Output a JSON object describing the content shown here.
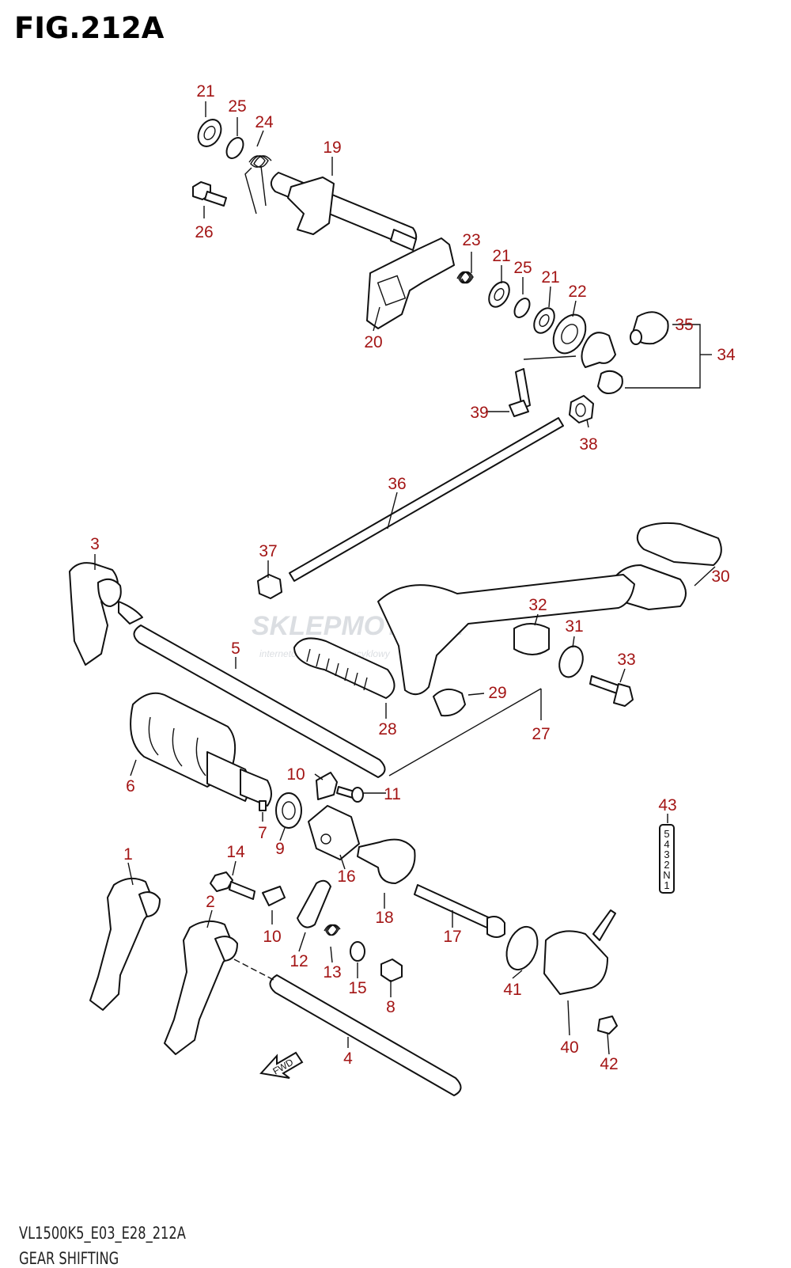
{
  "figure": {
    "title": "FIG.212A"
  },
  "footer": {
    "model_code": "VL1500K5_E03_E28_212A",
    "section_name": "GEAR SHIFTING"
  },
  "watermark": {
    "brand": "SKLEPMOTO.PL",
    "tagline": "internetowy sklep motocyklowy"
  },
  "direction_marker": {
    "label": "FWD"
  },
  "gear_indicator": {
    "positions": [
      "5",
      "4",
      "3",
      "2",
      "N",
      "1"
    ]
  },
  "callouts": [
    "21",
    "25",
    "24",
    "19",
    "26",
    "23",
    "21",
    "25",
    "21",
    "22",
    "35",
    "34",
    "20",
    "39",
    "38",
    "36",
    "3",
    "37",
    "30",
    "32",
    "31",
    "33",
    "5",
    "29",
    "28",
    "27",
    "6",
    "10",
    "11",
    "7",
    "9",
    "43",
    "16",
    "1",
    "14",
    "2",
    "18",
    "17",
    "10",
    "12",
    "13",
    "15",
    "8",
    "41",
    "40",
    "42",
    "4"
  ]
}
